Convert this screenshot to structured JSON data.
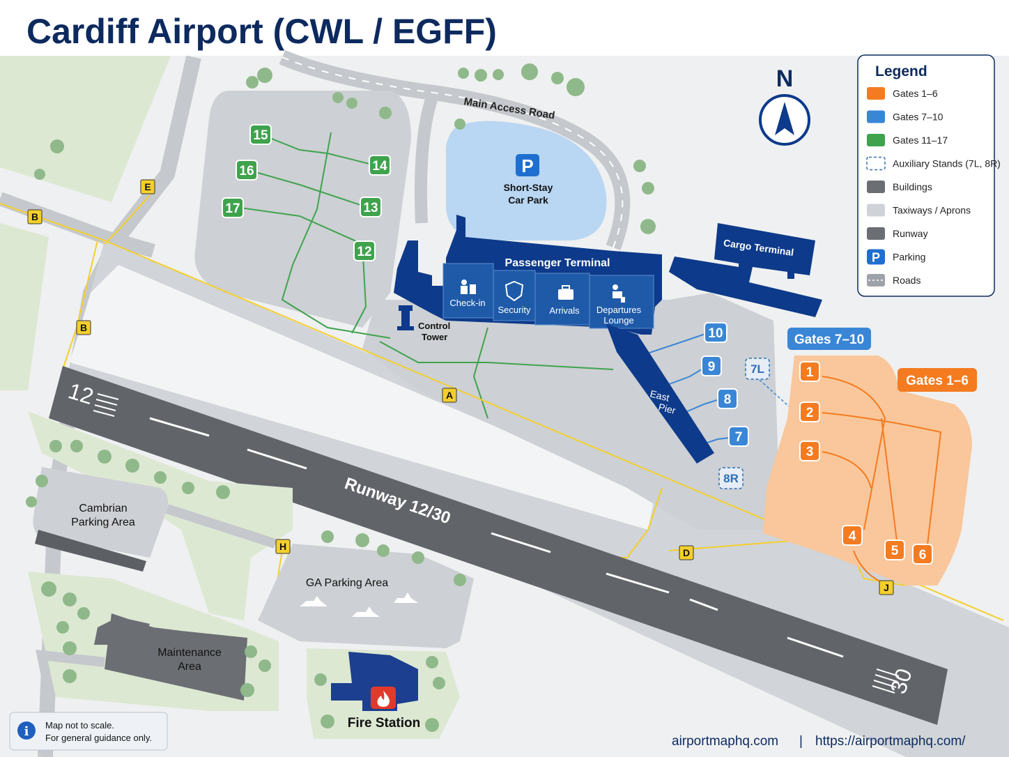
{
  "title": "Cardiff Airport (CWL / EGFF)",
  "compass": {
    "letter": "N"
  },
  "legend": {
    "heading": "Legend",
    "items": [
      {
        "label": "Gates 1–6",
        "color": "#f47b20",
        "symbol": "swatch"
      },
      {
        "label": "Gates 7–10",
        "color": "#3a86d6",
        "symbol": "swatch"
      },
      {
        "label": "Gates 11–17",
        "color": "#3fa34d",
        "symbol": "swatch"
      },
      {
        "label": "Auxiliary Stands (7L, 8R)",
        "color": "#2f6db5",
        "symbol": "dashed"
      },
      {
        "label": "Buildings",
        "color": "#6b6e73",
        "symbol": "swatch"
      },
      {
        "label": "Taxiways / Aprons",
        "color": "#cfd3d8",
        "symbol": "swatch"
      },
      {
        "label": "Runway",
        "color": "#6b6e73",
        "symbol": "swatch"
      },
      {
        "label": "Parking",
        "color": "#1f6fd1",
        "symbol": "parking",
        "glyph": "P"
      },
      {
        "label": "Roads",
        "color": "#9ea3a9",
        "symbol": "road"
      }
    ]
  },
  "labels": {
    "main_access_road": "Main Access Road",
    "short_stay_line1": "Short-Stay",
    "short_stay_line2": "Car Park",
    "parking_glyph": "P",
    "passenger_terminal": "Passenger Terminal",
    "cargo_terminal": "Cargo Terminal",
    "check_in": "Check-in",
    "security": "Security",
    "arrivals": "Arrivals",
    "departures_line1": "Departures",
    "departures_line2": "Lounge",
    "control_line1": "Control",
    "control_line2": "Tower",
    "east_line1": "East",
    "east_line2": "Pier",
    "runway": "Runway 12/30",
    "runway_end_12": "12",
    "runway_end_30": "30",
    "cambrian_line1": "Cambrian",
    "cambrian_line2": "Parking Area",
    "maintenance_line1": "Maintenance",
    "maintenance_line2": "Area",
    "ga_parking": "GA Parking Area",
    "fire_station": "Fire Station",
    "gates_7_10": "Gates 7–10",
    "gates_1_6": "Gates 1–6"
  },
  "taxiways": [
    "B",
    "E",
    "B",
    "A",
    "D",
    "H",
    "J"
  ],
  "gates_green": [
    "15",
    "14",
    "16",
    "13",
    "17",
    "12"
  ],
  "gates_blue": [
    "10",
    "9",
    "8",
    "7"
  ],
  "aux_stands": [
    "7L",
    "8R"
  ],
  "gates_orange": [
    "1",
    "2",
    "3",
    "4",
    "5",
    "6"
  ],
  "colors": {
    "navy": "#0d3a8a",
    "orange": "#f47b20",
    "blue": "#3a86d6",
    "green": "#3fa34d",
    "taxi_yellow": "#f4cf2c",
    "runway": "#6b6e73"
  },
  "note": {
    "line1": "Map not to scale.",
    "line2": "For general guidance only.",
    "icon": "info-icon"
  },
  "footer": {
    "site": "airportmaphq.com",
    "separator": "|",
    "url": "https://airportmaphq.com/"
  }
}
